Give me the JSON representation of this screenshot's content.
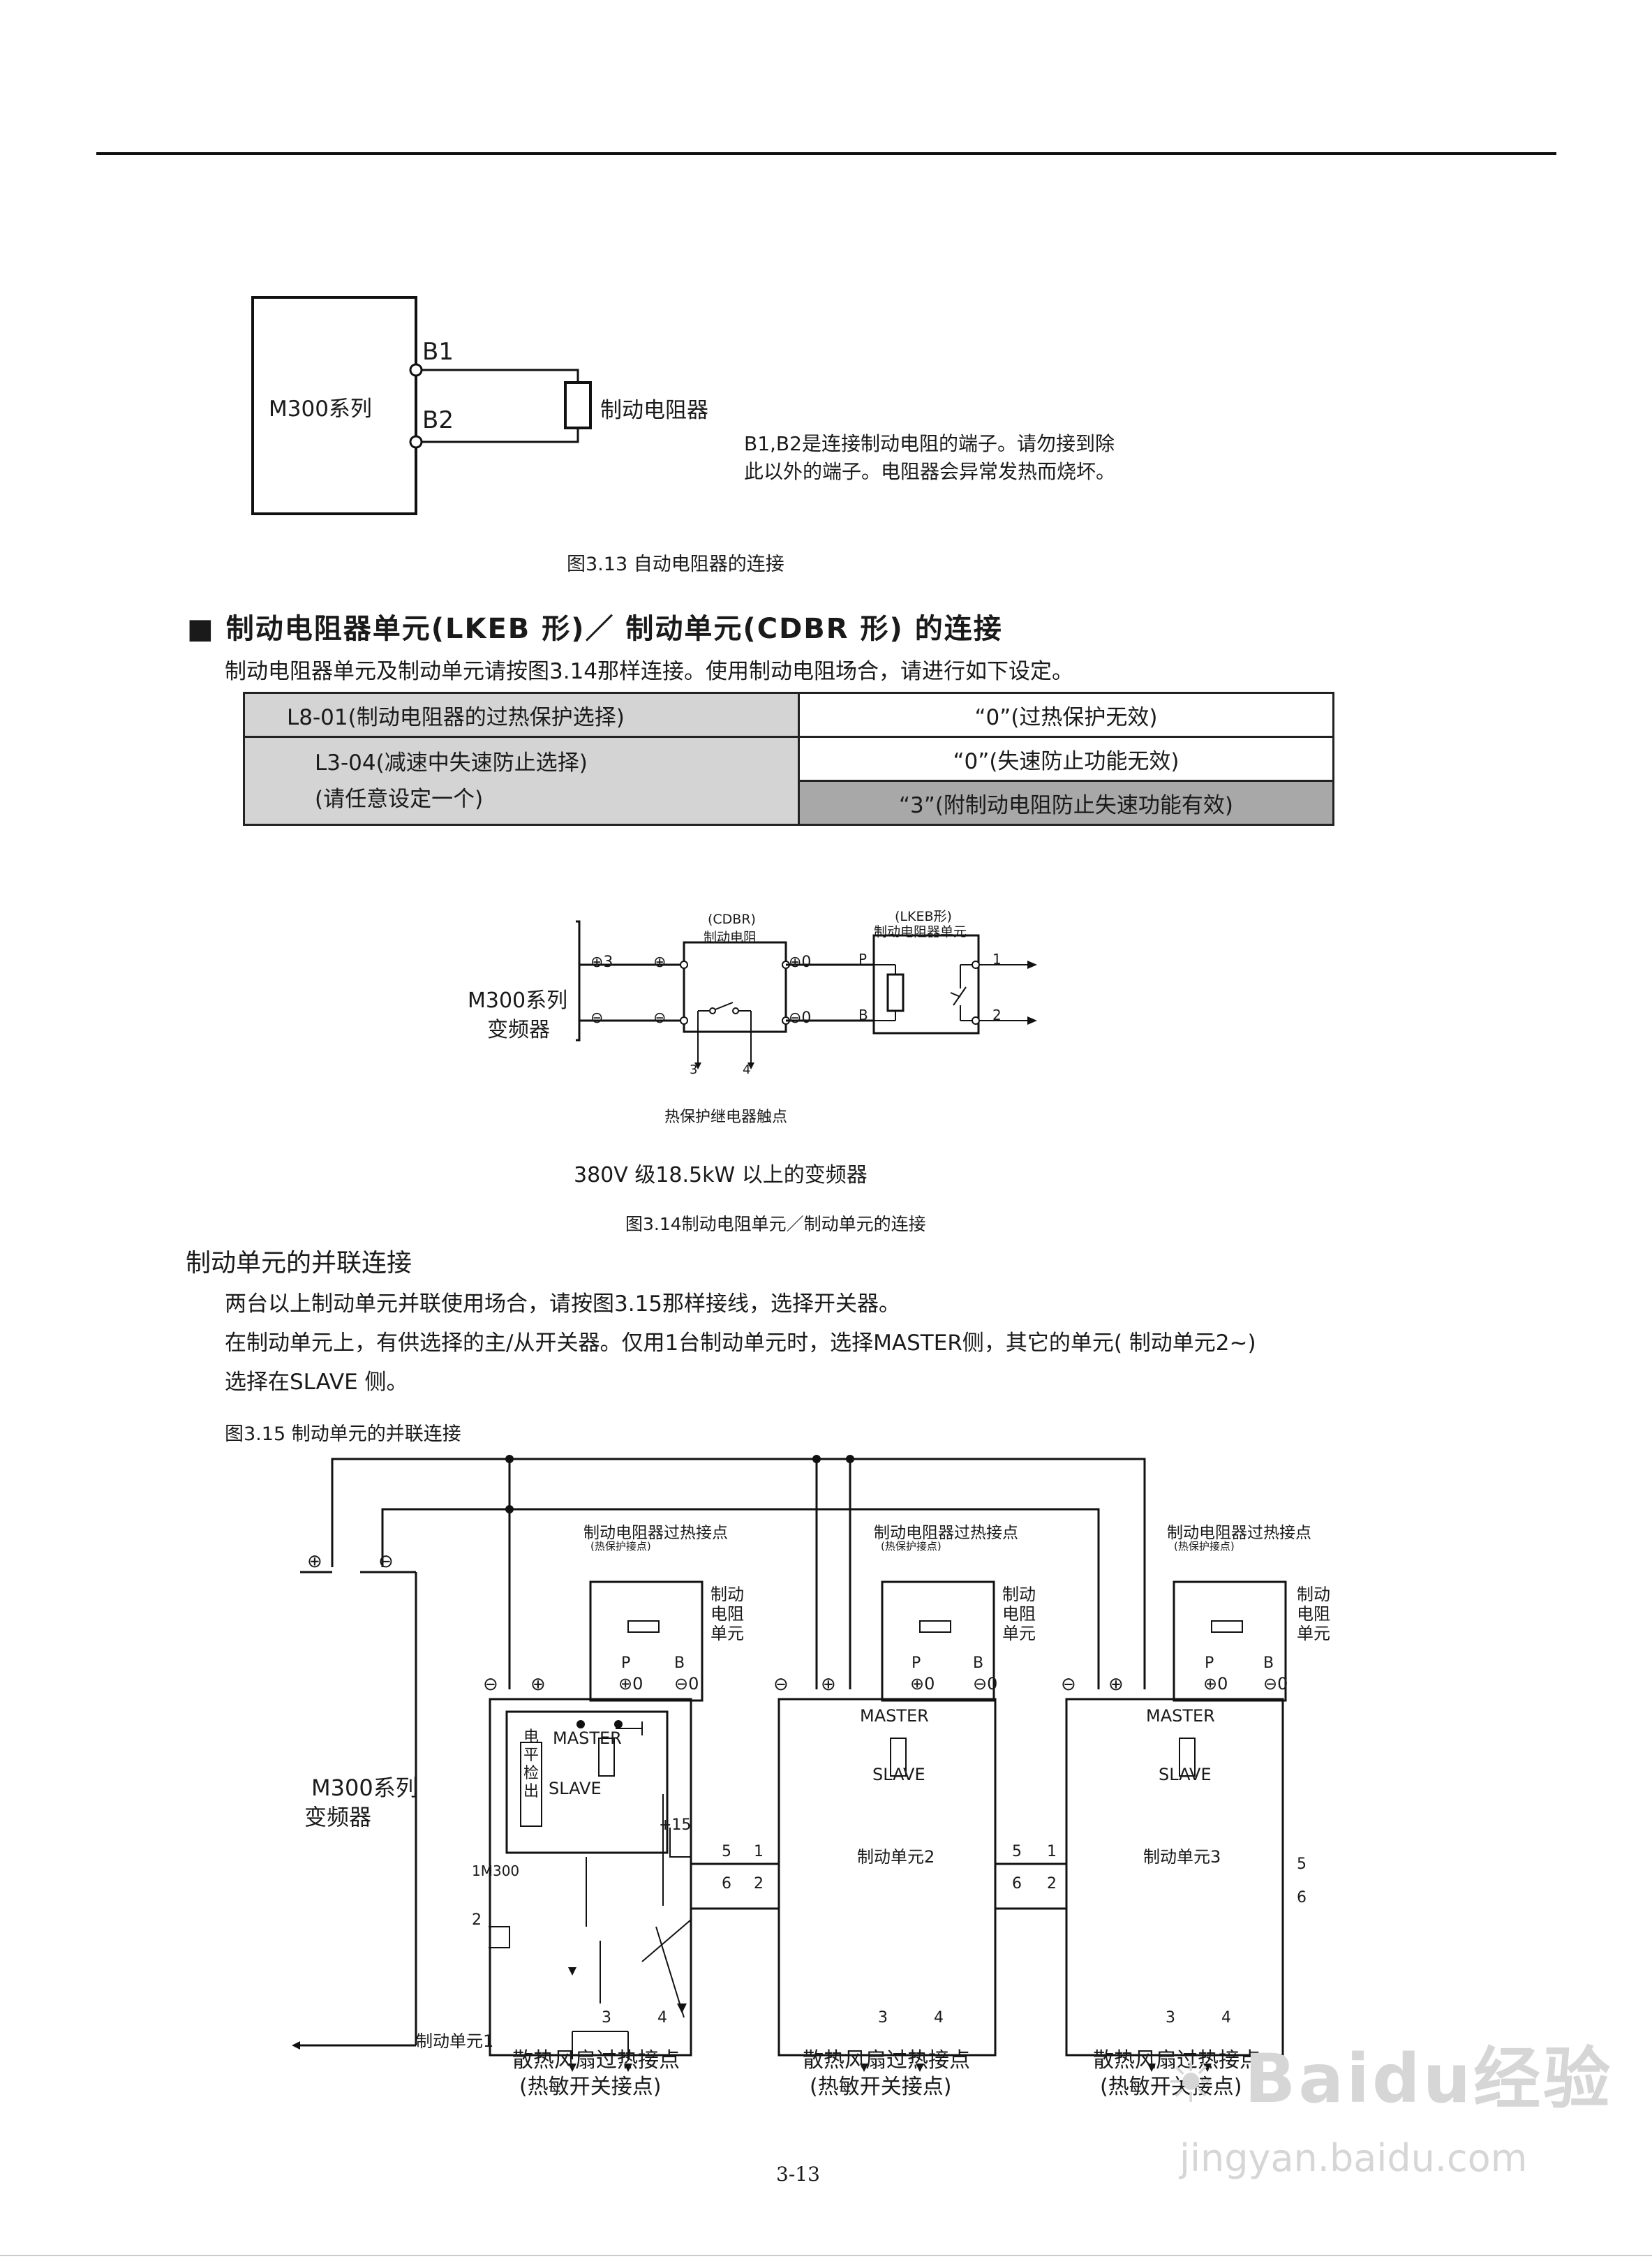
{
  "fig13": {
    "unit": "M300系列",
    "b1": "B1",
    "b2": "B2",
    "resistor": "制动电阻器",
    "note1": "B1,B2是连接制动电阻的端子。请勿接到除",
    "note2": "此以外的端子。电阻器会异常发热而烧坏。",
    "caption": "图3.13 自动电阻器的连接"
  },
  "section1": {
    "heading": "■ 制动电阻器单元(LKEB 形)／ 制动单元(CDBR 形) 的连接",
    "intro": "制动电阻器单元及制动单元请按图3.14那样连接。使用制动电阻场合，请进行如下设定。"
  },
  "table": {
    "r1c1": "L8-01(制动电阻器的过热保护选择)",
    "r1c2": "“0”(过热保护无效)",
    "r2c1a": "L3-04(减速中失速防止选择)",
    "r2c1b": "(请任意设定一个)",
    "r2c2": "“0”(失速防止功能无效)",
    "r3c2": "“3”(附制动电阻防止失速功能有效)"
  },
  "fig14": {
    "unit_l1": "M300系列",
    "unit_l2": "变频器",
    "t_plus3": "⊕3",
    "t_minus": "⊖",
    "plus": "⊕",
    "minus": "⊖",
    "plus0": "⊕0",
    "minus0": "⊖0",
    "cdbr_l1": "(CDBR)",
    "cdbr_l2": "制动电阻",
    "lkeb_l1": "(LKEB形)",
    "lkeb_l2": "制动电阻器单元",
    "p": "P",
    "b": "B",
    "n1": "1",
    "n2": "2",
    "n3": "3",
    "n4": "4",
    "relay": "热保护继电器触点",
    "note": "380V 级18.5kW 以上的变频器",
    "caption": "图3.14制动电阻单元／制动单元的连接"
  },
  "section2": {
    "heading": "制动单元的并联连接",
    "p1": "两台以上制动单元并联使用场合，请按图3.15那样接线，选择开关器。",
    "p2": "在制动单元上，有供选择的主/从开关器。仅用1台制动单元时，选择MASTER侧，其它的单元( 制动单元2~)",
    "p3": "选择在SLAVE 侧。"
  },
  "fig15": {
    "caption": "图3.15 制动单元的并联连接",
    "plus": "⊕",
    "minus": "⊖",
    "plus0": "⊕0",
    "minus0": "⊖0",
    "res_contact": "制动电阻器过热接点",
    "res_contact_sub": "(热保护接点)",
    "res_unit_l1": "制动",
    "res_unit_l2": "电阻",
    "res_unit_l3": "单元",
    "p": "P",
    "b": "B",
    "master": "MASTER",
    "slave": "SLAVE",
    "level_l1": "电",
    "level_l2": "平",
    "level_l3": "检",
    "level_l4": "出",
    "plus15": "+15",
    "im300": "1M300",
    "inv_l1": "M300系列",
    "inv_l2": "变频器",
    "unit1": "制动单元1",
    "unit2": "制动单元2",
    "unit3": "制动单元3",
    "fan_l1": "散热风扇过热接点",
    "fan_l2": "(热敏开关接点)",
    "n1": "1",
    "n2": "2",
    "n3": "3",
    "n4": "4",
    "n5": "5",
    "n6": "6"
  },
  "page_number": "3-13",
  "watermark": {
    "logo": "Baidu经验",
    "url": "jingyan.baidu.com"
  }
}
